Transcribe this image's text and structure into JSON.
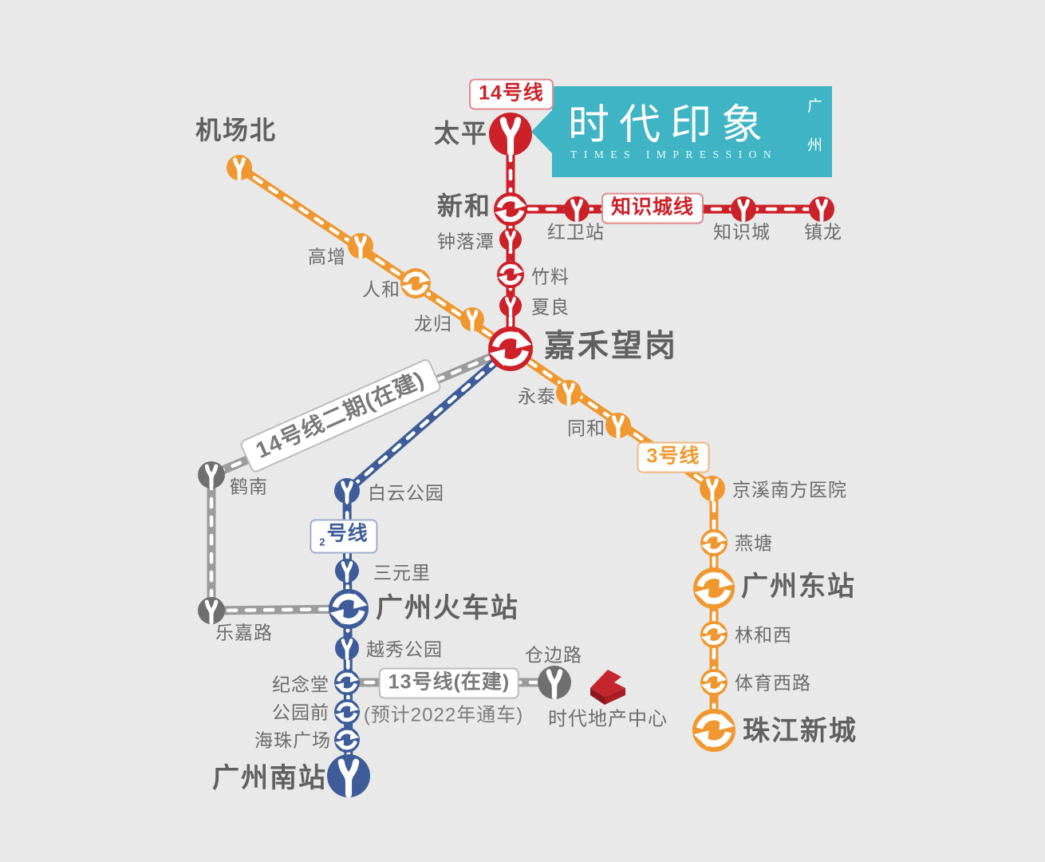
{
  "brand": {
    "title": "时代印象",
    "subtitle": "TIMES IMPRESSION",
    "city_top": "广",
    "city_bottom": "州"
  },
  "lines": {
    "line14": "14号线",
    "zhishichengxian": "知识城线",
    "line3": "3号线",
    "line2_num": "2",
    "line2_suffix": "号线",
    "line13": "13号线(在建)",
    "line13_note": "(预计2022年通车)",
    "line14_phase2": "14号线二期(在建)"
  },
  "stations": {
    "jichangbei": "机场北",
    "taiping": "太平",
    "xinhe": "新和",
    "zhongluotan": "钟落潭",
    "hongweizhan": "红卫站",
    "zhishicheng": "知识城",
    "zhenlong": "镇龙",
    "zhuliao": "竹料",
    "xialiang": "夏良",
    "jiahewanggang": "嘉禾望岗",
    "gaozeng": "高增",
    "renhe": "人和",
    "longgui": "龙归",
    "yongtai": "永泰",
    "tonghe": "同和",
    "jingxinanfangyiyuan": "京溪南方医院",
    "yantang": "燕塘",
    "guangzhoudongzhan": "广州东站",
    "linhexi": "林和西",
    "tiyuxilu": "体育西路",
    "zhujiangxincheng": "珠江新城",
    "henan": "鹤南",
    "lejialu": "乐嘉路",
    "baiyungongyuan": "白云公园",
    "sanyuanli": "三元里",
    "guangzhouhuochezhan": "广州火车站",
    "yuexiugongyuan": "越秀公园",
    "jiniantang": "纪念堂",
    "gongyuanqian": "公园前",
    "haizhuguangchang": "海珠广场",
    "guangzhounanzhan": "广州南站",
    "cangbianlu": "仓边路"
  },
  "poi": {
    "times_center": "时代地产中心"
  },
  "colors": {
    "red": "#CD2129",
    "orange": "#F0982F",
    "blue": "#3D5C99",
    "gray_line": "#9C9C9C",
    "gray_dark": "#6F6F6F",
    "teal": "#3FB4C5",
    "background": "#E9E9E9",
    "label": "#6B6B6B",
    "label_dark": "#606060"
  }
}
